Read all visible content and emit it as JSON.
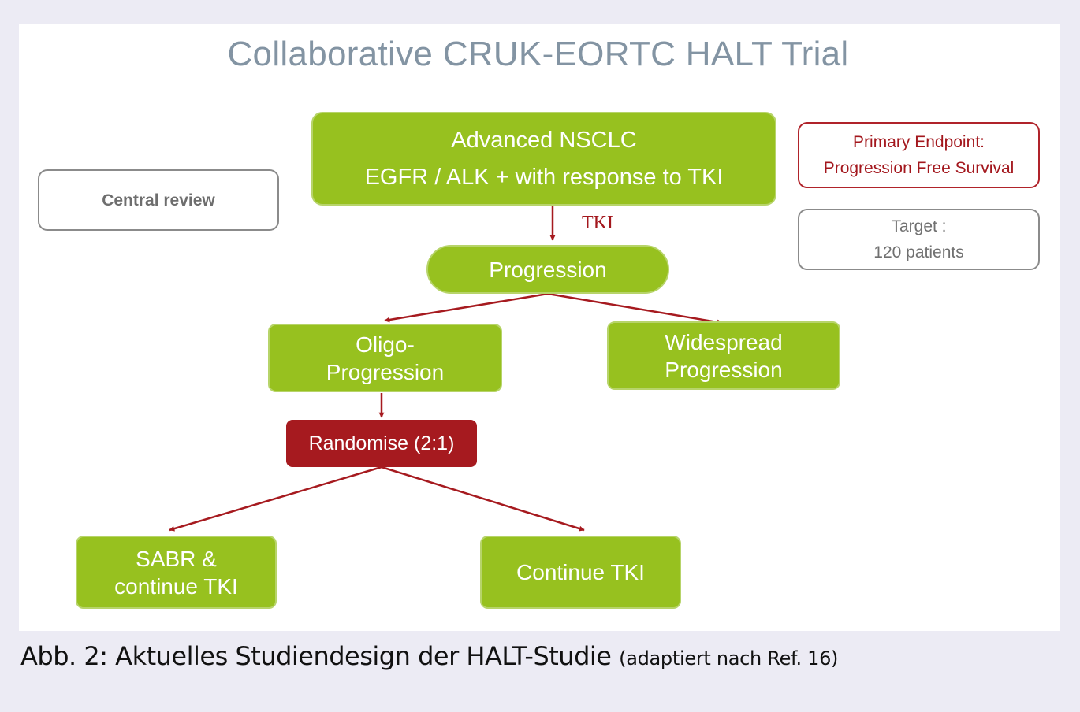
{
  "title": "Collaborative CRUK-EORTC HALT Trial",
  "nodes": {
    "nsclc": [
      "Advanced NSCLC",
      "EGFR / ALK + with response to TKI"
    ],
    "progression": "Progression",
    "oligo": [
      "Oligo-",
      "Progression"
    ],
    "widespread": [
      "Widespread",
      "Progression"
    ],
    "randomise": "Randomise (2:1)",
    "sabr": [
      "SABR &",
      "continue TKI"
    ],
    "continue_tki": "Continue TKI"
  },
  "side_boxes": {
    "central_review": "Central review",
    "primary_endpoint": [
      "Primary Endpoint:",
      "Progression Free Survival"
    ],
    "target": [
      "Target :",
      "120 patients"
    ]
  },
  "edge_label_tki": "TKI",
  "caption": {
    "main": "Abb. 2: Aktuelles Studiendesign der HALT-Studie",
    "note": "(adaptiert nach Ref. 16)"
  },
  "colors": {
    "green": "#97c11f",
    "dark_red": "#a61a1f",
    "title_grey": "#8394a3"
  }
}
